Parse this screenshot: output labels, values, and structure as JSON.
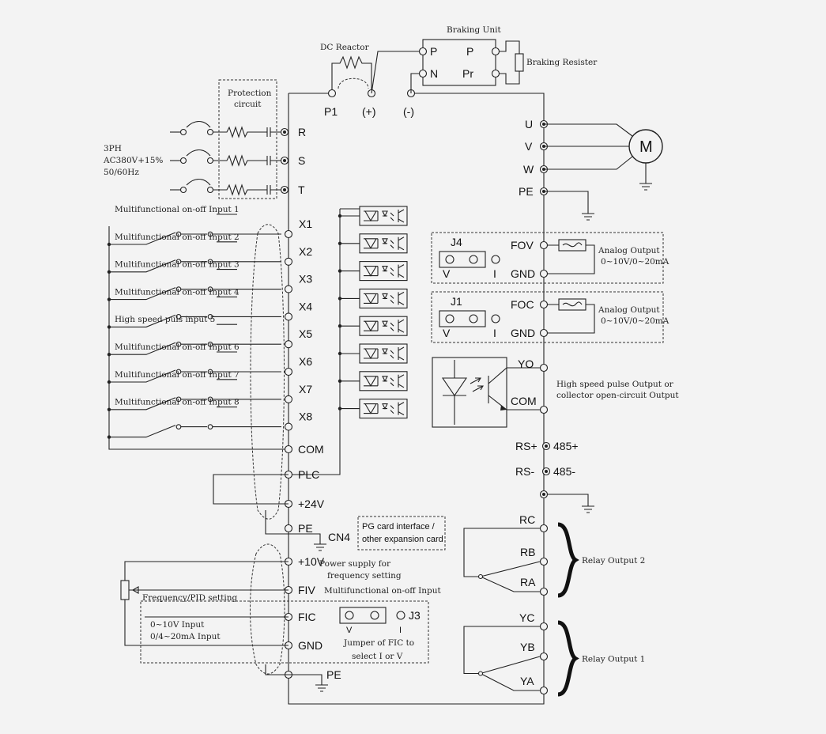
{
  "labels": {
    "braking_unit": "Braking Unit",
    "dc_reactor": "DC Reactor",
    "braking_resister": "Braking Resister",
    "protection_circuit_1": "Protection",
    "protection_circuit_2": "circuit",
    "p1": "P1",
    "plus": "(+)",
    "minus": "(-)",
    "bu_p_left": "P",
    "bu_n": "N",
    "bu_p_right": "P",
    "bu_pr": "Pr",
    "supply_1": "3PH",
    "supply_2": "AC380V+15%",
    "supply_3": "50/60Hz",
    "motor": "M"
  },
  "power_terminals": [
    "R",
    "S",
    "T"
  ],
  "output_terminals": [
    "U",
    "V",
    "W",
    "PE"
  ],
  "inputs": [
    {
      "terminal": "X1",
      "label": "Multifunctional on-off Input 1"
    },
    {
      "terminal": "X2",
      "label": "Multifunctional on-off Input 2"
    },
    {
      "terminal": "X3",
      "label": "Multifunctional on-off Input 3"
    },
    {
      "terminal": "X4",
      "label": "Multifunctional on-off Input 4"
    },
    {
      "terminal": "X5",
      "label": "High speed puls input 5"
    },
    {
      "terminal": "X6",
      "label": "Multifunctional on-off Input 6"
    },
    {
      "terminal": "X7",
      "label": "Multifunctional on-off Input 7"
    },
    {
      "terminal": "X8",
      "label": "Multifunctional on-off Input 8"
    }
  ],
  "left_terminals": {
    "com": "COM",
    "plc": "PLC",
    "v24": "+24V",
    "pe": "PE",
    "cn4": "CN4",
    "v10": "+10V",
    "fiv": "FIV",
    "fic": "FIC",
    "gnd": "GND",
    "pe2": "PE"
  },
  "pg_card": [
    "PG card interface /",
    "other expansion card"
  ],
  "power_supply_text": [
    "Power supply for",
    "frequency setting"
  ],
  "fiv_text": "Multifunctional on-off Input",
  "freq_pid": "Frequency/PID setting",
  "fic_text": [
    "0~10V Input",
    "0/4~20mA Input"
  ],
  "j3": {
    "name": "J3",
    "v": "V",
    "i": "I",
    "note": [
      "Jumper of FIC to",
      "select I or V"
    ]
  },
  "analog": [
    {
      "jumper": "J4",
      "v": "V",
      "i": "I",
      "out": "FOV",
      "gnd": "GND",
      "text": [
        "Analog Output",
        "0~10V/0~20mA"
      ]
    },
    {
      "jumper": "J1",
      "v": "V",
      "i": "I",
      "out": "FOC",
      "gnd": "GND",
      "text": [
        "Analog Output",
        "0~10V/0~20mA"
      ]
    }
  ],
  "yo": {
    "yo": "YO",
    "com": "COM",
    "text": [
      "High speed pulse Output or",
      "collector open-circuit Output"
    ]
  },
  "rs485": [
    {
      "terminal": "RS+",
      "label": "485+"
    },
    {
      "terminal": "RS-",
      "label": "485-"
    }
  ],
  "relay2": {
    "terminals": [
      "RC",
      "RB",
      "RA"
    ],
    "label": "Relay Output 2"
  },
  "relay1": {
    "terminals": [
      "YC",
      "YB",
      "YA"
    ],
    "label": "Relay Output 1"
  }
}
